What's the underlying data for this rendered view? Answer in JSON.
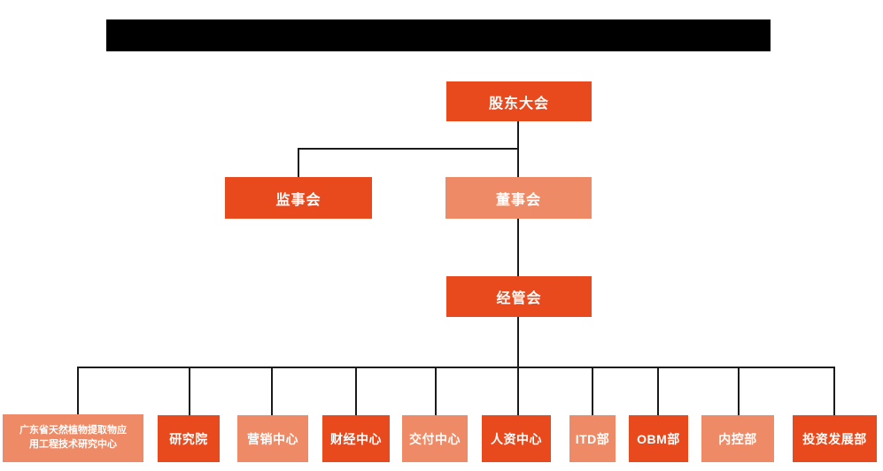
{
  "colors": {
    "primary": "#e8491d",
    "secondary": "#ee8a66",
    "connector": "#1a1a1a",
    "redaction": "#000000",
    "node_text": "#ffffff",
    "background": "#ffffff"
  },
  "org_chart": {
    "top": {
      "label": "股东大会",
      "variant": "primary"
    },
    "level2": [
      {
        "id": "supervisory-board",
        "label": "监事会",
        "variant": "primary"
      },
      {
        "id": "board-of-directors",
        "label": "董事会",
        "variant": "secondary"
      }
    ],
    "level3": {
      "label": "经管会",
      "variant": "primary"
    },
    "departments": [
      {
        "id": "guangdong-research-center",
        "label": "广东省天然植物提取物应用工程技术研究中心",
        "label_lines": [
          "广东省天然植物提取物应",
          "用工程技术研究中心"
        ],
        "variant": "secondary"
      },
      {
        "id": "research-institute",
        "label": "研究院",
        "variant": "primary"
      },
      {
        "id": "marketing-center",
        "label": "营销中心",
        "variant": "secondary"
      },
      {
        "id": "finance-center",
        "label": "财经中心",
        "variant": "primary"
      },
      {
        "id": "delivery-center",
        "label": "交付中心",
        "variant": "secondary"
      },
      {
        "id": "hr-center",
        "label": "人资中心",
        "variant": "primary"
      },
      {
        "id": "itd-dept",
        "label": "ITD部",
        "variant": "secondary"
      },
      {
        "id": "obm-dept",
        "label": "OBM部",
        "variant": "primary"
      },
      {
        "id": "internal-control-dept",
        "label": "内控部",
        "variant": "secondary"
      },
      {
        "id": "investment-development-dept",
        "label": "投资发展部",
        "variant": "primary"
      }
    ]
  }
}
